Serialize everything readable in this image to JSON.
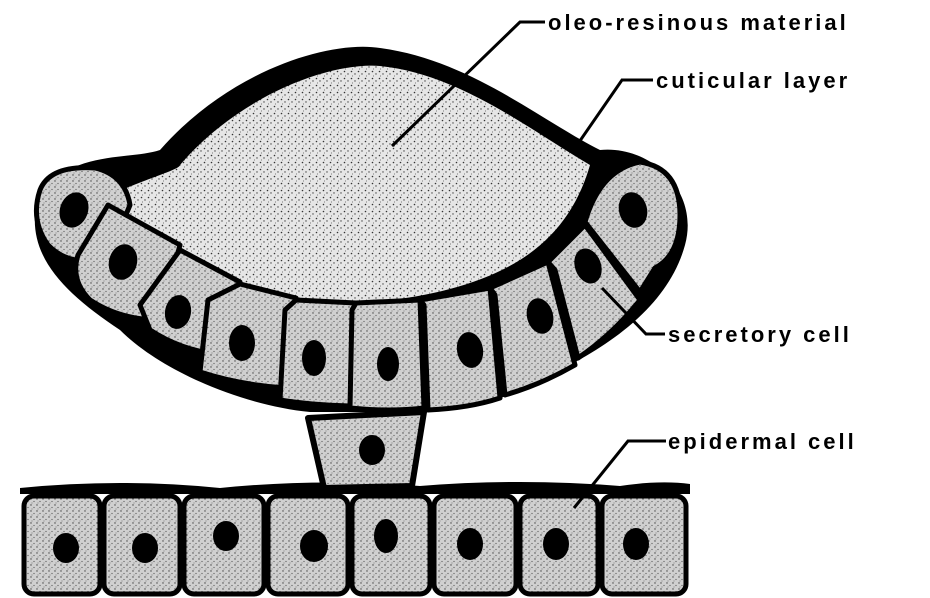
{
  "diagram": {
    "labels": {
      "oleo_resinous_material": "oleo-resinous  material",
      "cuticular_layer": "cuticular  layer",
      "secretory_cell": "secretory  cell",
      "epidermal_cell": "epidermal  cell"
    },
    "colors": {
      "ink": "#000000",
      "cell_fill": "#c8c8c8",
      "resin_fill": "#d9d9d9",
      "background": "#ffffff"
    }
  }
}
